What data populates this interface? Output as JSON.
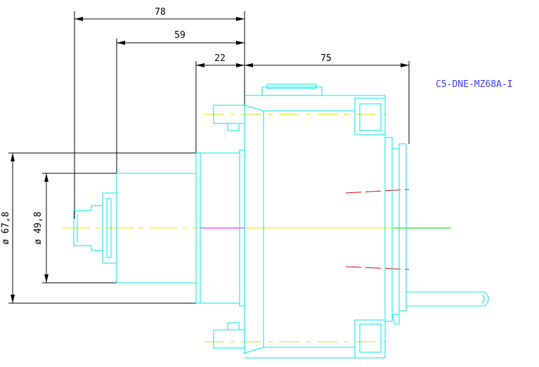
{
  "drawing": {
    "part_label": "C5-DNE-MZ68A-I",
    "dimensions": {
      "length_78": "78",
      "length_59": "59",
      "length_22": "22",
      "length_75": "75",
      "diameter_67_8": "ø 67,8",
      "diameter_49_8": "ø 49,8"
    }
  }
}
